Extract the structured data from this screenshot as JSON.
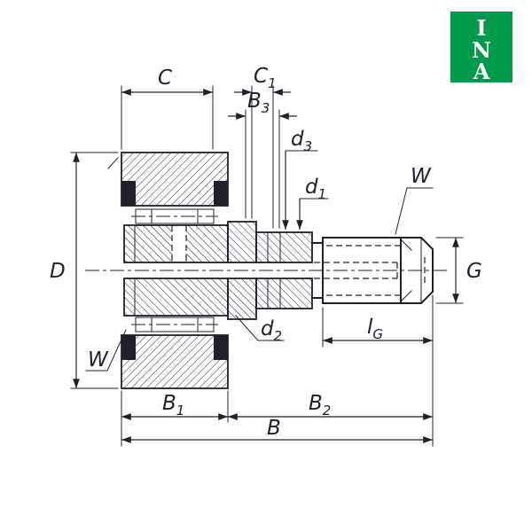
{
  "theme": {
    "line_color": "#20202C",
    "logo_green": "#009B4A",
    "background": "#FFFFFF"
  },
  "logo": {
    "letters": [
      "I",
      "N",
      "A"
    ]
  },
  "drawing": {
    "labels": {
      "C": {
        "main": "C",
        "sub": ""
      },
      "C1": {
        "main": "C",
        "sub": "1"
      },
      "B3": {
        "main": "B",
        "sub": "3"
      },
      "d3": {
        "main": "d",
        "sub": "3"
      },
      "d1": {
        "main": "d",
        "sub": "1"
      },
      "W_top": {
        "main": "W",
        "sub": ""
      },
      "D": {
        "main": "D",
        "sub": ""
      },
      "G": {
        "main": "G",
        "sub": ""
      },
      "d2": {
        "main": "d",
        "sub": "2"
      },
      "lG": {
        "main": "l",
        "sub": "G"
      },
      "W_bottom": {
        "main": "W",
        "sub": ""
      },
      "B1": {
        "main": "B",
        "sub": "1"
      },
      "B2": {
        "main": "B",
        "sub": "2"
      },
      "B": {
        "main": "B",
        "sub": ""
      }
    }
  }
}
